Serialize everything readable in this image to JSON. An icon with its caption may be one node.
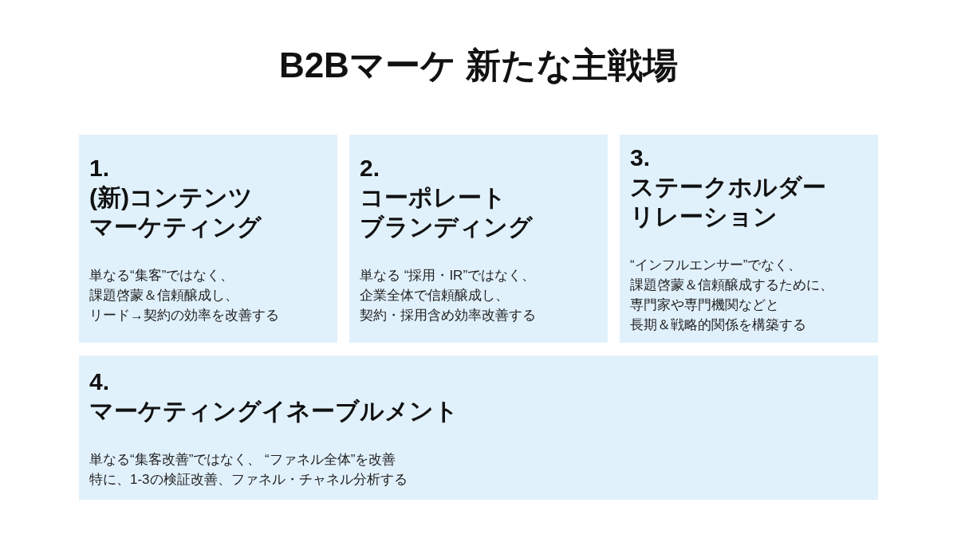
{
  "diagram": {
    "title": "B2Bマーケ 新たな主戦場",
    "nodes": [
      {
        "text": [
          "1.",
          "(新)コンテンツマーケティング",
          "単なる“集客”ではなく、課題啓蒙＆信頼醸成し、リード→契約の効率を改善する"
        ]
      },
      {
        "text": [
          "2.",
          "コーポレートブランディング",
          "単なる “採用・IR”ではなく、企業全体で信頼醸成し、契約・採用含め効率改善する"
        ]
      },
      {
        "text": [
          "3.",
          "ステークホルダーリレーション",
          "“インフルエンサー”でなく、課題啓蒙＆信頼醸成するために、専門家や専門機関などと長期＆戦略的関係を構築する"
        ]
      },
      {
        "text": [
          "4.",
          "マーケティングイネーブルメント",
          "単なる“集客改善”ではなく、 “ファネル全体”を改善特に、1-3の検証改善、ファネル・チャネル分析する"
        ]
      }
    ]
  }
}
